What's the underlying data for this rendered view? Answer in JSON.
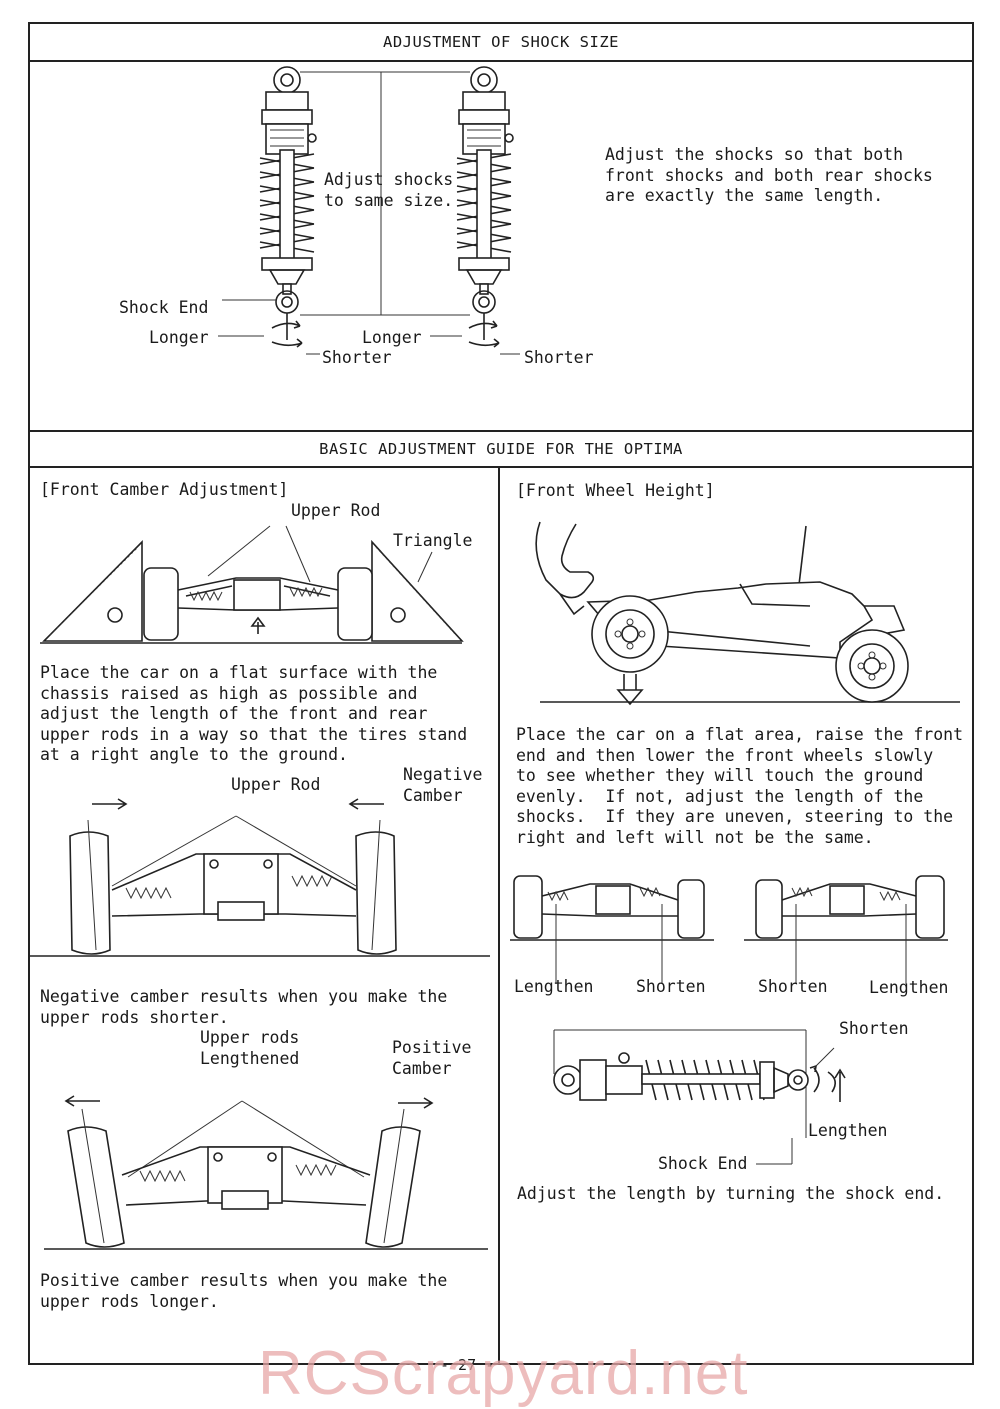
{
  "headers": {
    "shock_size": "ADJUSTMENT OF SHOCK SIZE",
    "guide": "BASIC ADJUSTMENT GUIDE FOR THE OPTIMA"
  },
  "shock_size": {
    "center_label": "Adjust shocks\nto same size.",
    "shock_end": "Shock End",
    "longer_left": "Longer",
    "shorter_left": "Shorter",
    "longer_right": "Longer",
    "shorter_right": "Shorter",
    "instruction": "Adjust the shocks so that both\nfront shocks and both rear shocks\nare exactly the same length."
  },
  "camber": {
    "title": "[Front Camber Adjustment]",
    "upper_rod_1": "Upper Rod",
    "triangle": "Triangle",
    "text_1": "Place the car on a flat surface with the\nchassis raised as high as possible and\nadjust the length of the front and rear\nupper rods in a way so that the tires stand\nat a right angle to the ground.",
    "upper_rod_2": "Upper Rod",
    "negative_camber": "Negative\nCamber",
    "text_2": "Negative camber results when you make the\nupper rods shorter.",
    "upper_rods_lengthened": "Upper rods\nLengthened",
    "positive_camber": "Positive\nCamber",
    "text_3": "Positive camber results when you make the\nupper rods longer."
  },
  "wheel_height": {
    "title": "[Front Wheel Height]",
    "text": "Place the car on a flat area, raise the front\nend and then lower the front wheels slowly\nto see whether they will touch the ground\nevenly.  If not, adjust the length of the\nshocks.  If they are uneven, steering to the\nright and left will not be the same.",
    "lengthen_1": "Lengthen",
    "shorten_1": "Shorten",
    "shorten_2": "Shorten",
    "lengthen_2": "Lengthen",
    "shorten_3": "Shorten",
    "lengthen_3": "Lengthen",
    "shock_end": "Shock End",
    "caption": "Adjust the length by turning the shock end."
  },
  "footer": {
    "page_number": "- 27 -",
    "watermark": "RCScrapyard.net"
  }
}
